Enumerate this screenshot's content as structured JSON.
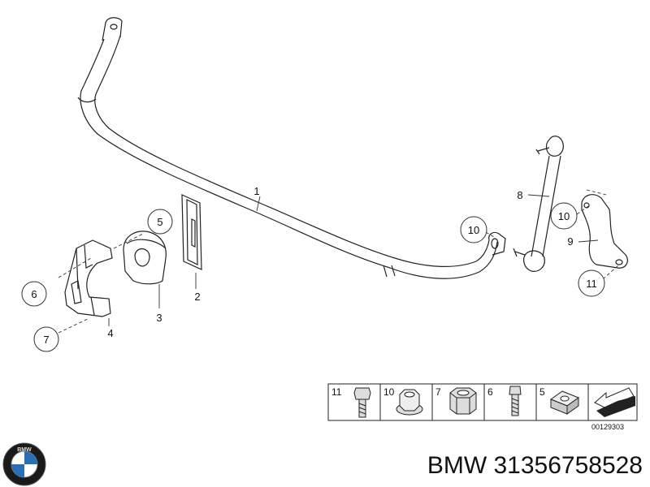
{
  "diagram": {
    "parts": [
      {
        "id": "1",
        "label": "1"
      },
      {
        "id": "2",
        "label": "2"
      },
      {
        "id": "3",
        "label": "3"
      },
      {
        "id": "4",
        "label": "4"
      },
      {
        "id": "8",
        "label": "8"
      },
      {
        "id": "9",
        "label": "9"
      }
    ],
    "callouts": [
      {
        "id": "5",
        "label": "5"
      },
      {
        "id": "6",
        "label": "6"
      },
      {
        "id": "7",
        "label": "7"
      },
      {
        "id": "10a",
        "label": "10"
      },
      {
        "id": "10b",
        "label": "10"
      },
      {
        "id": "11",
        "label": "11"
      }
    ]
  },
  "legend": {
    "cells": [
      {
        "num": "11",
        "icon": "bolt-icon"
      },
      {
        "num": "10",
        "icon": "flange-nut-icon"
      },
      {
        "num": "7",
        "icon": "hex-nut-icon"
      },
      {
        "num": "6",
        "icon": "screw-icon"
      },
      {
        "num": "5",
        "icon": "square-nut-icon"
      },
      {
        "num": "",
        "icon": "direction-arrow-icon"
      }
    ],
    "code": "00129303"
  },
  "footer": {
    "logo": "bmw-logo-icon",
    "logo_text": "BMW",
    "part_number": "BMW 31356758528"
  }
}
